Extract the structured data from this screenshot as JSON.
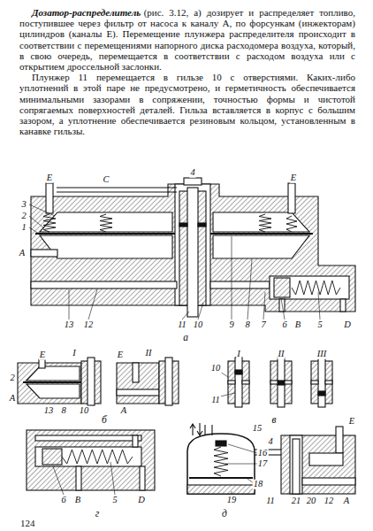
{
  "diagram": {
    "labels": [
      "Дозатор-распределитель",
      "(рис. 3.12, а) дозирует и распределяет топливо, поступившее через фильтр от насоса к каналу А, по форсункам (инжекторам) цилиндров (каналы Е). Перемещение плунжера распределителя происходит в соответствии с перемещениями напорного диска расходомера воздуха, который, в свою очередь, перемещается в соответствии с расходом воздуха или с открытием дроссельной заслонки.",
      "Плунжер 11 перемещается в гильзе 10 с отверстиями. Каких-либо уплотнений в этой паре не предусмотрено, и герметичность обеспечивается минимальными зазорами в сопряжении, точностью формы и чистотой сопрягаемых поверхностей деталей. Гильза вставляется в корпус с большим зазором, а уплотнение обеспечивается резиновым кольцом, установленным в канавке гильзы.",
      "Е",
      "С",
      "4",
      "Е",
      "3",
      "2",
      "1",
      "А",
      "13",
      "12",
      "11",
      "10",
      "9",
      "8",
      "7",
      "6",
      "В",
      "5",
      "D",
      "а",
      "Е",
      "I",
      "Е",
      "II",
      "2",
      "А",
      "13",
      "8",
      "10",
      "А",
      "б",
      "I",
      "II",
      "III",
      "10",
      "11",
      "в",
      "6",
      "В",
      "5",
      "D",
      "г",
      "15",
      "4",
      "Е",
      "16",
      "17",
      "18",
      "19",
      "11",
      "21",
      "20",
      "12",
      "А",
      "д",
      "124"
    ]
  }
}
